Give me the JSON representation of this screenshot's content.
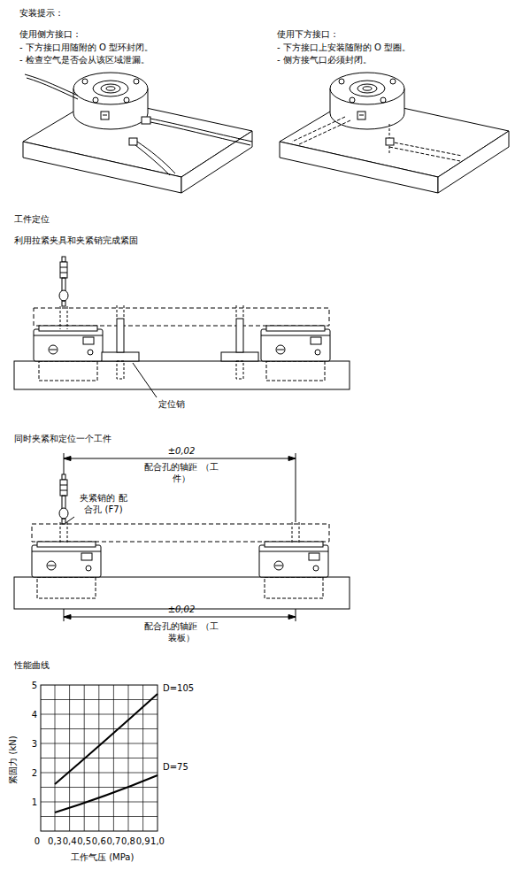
{
  "diagram": {
    "labels": [
      "安装提示：",
      "使用侧方接口：",
      "- 下方接口用随附的 O 型环封闭。",
      "- 检查空气是否会从该区域泄漏。",
      "使用下方接口：",
      "- 下方接口上安装随附的 O 型圈。",
      "- 侧方接气口必须封闭。",
      "工件定位",
      "利用拉紧夹具和夹紧销完成紧固",
      "定位销",
      "同时夹紧和定位一个工件",
      "±0,02",
      "配合孔的轴距 （工件）",
      "夹紧销的 配合孔 (F7)",
      "±0,02",
      "配合孔的轴距 （工装板）",
      "性能曲线",
      "D=105",
      "D=75",
      "紧固力 (kN)",
      "5",
      "4",
      "3",
      "2",
      "1",
      "0",
      "0,3",
      "0,4",
      "0,5",
      "0,6",
      "0,7",
      "0,8",
      "0,9",
      "1,0",
      "工作气压 (MPa)"
    ]
  }
}
